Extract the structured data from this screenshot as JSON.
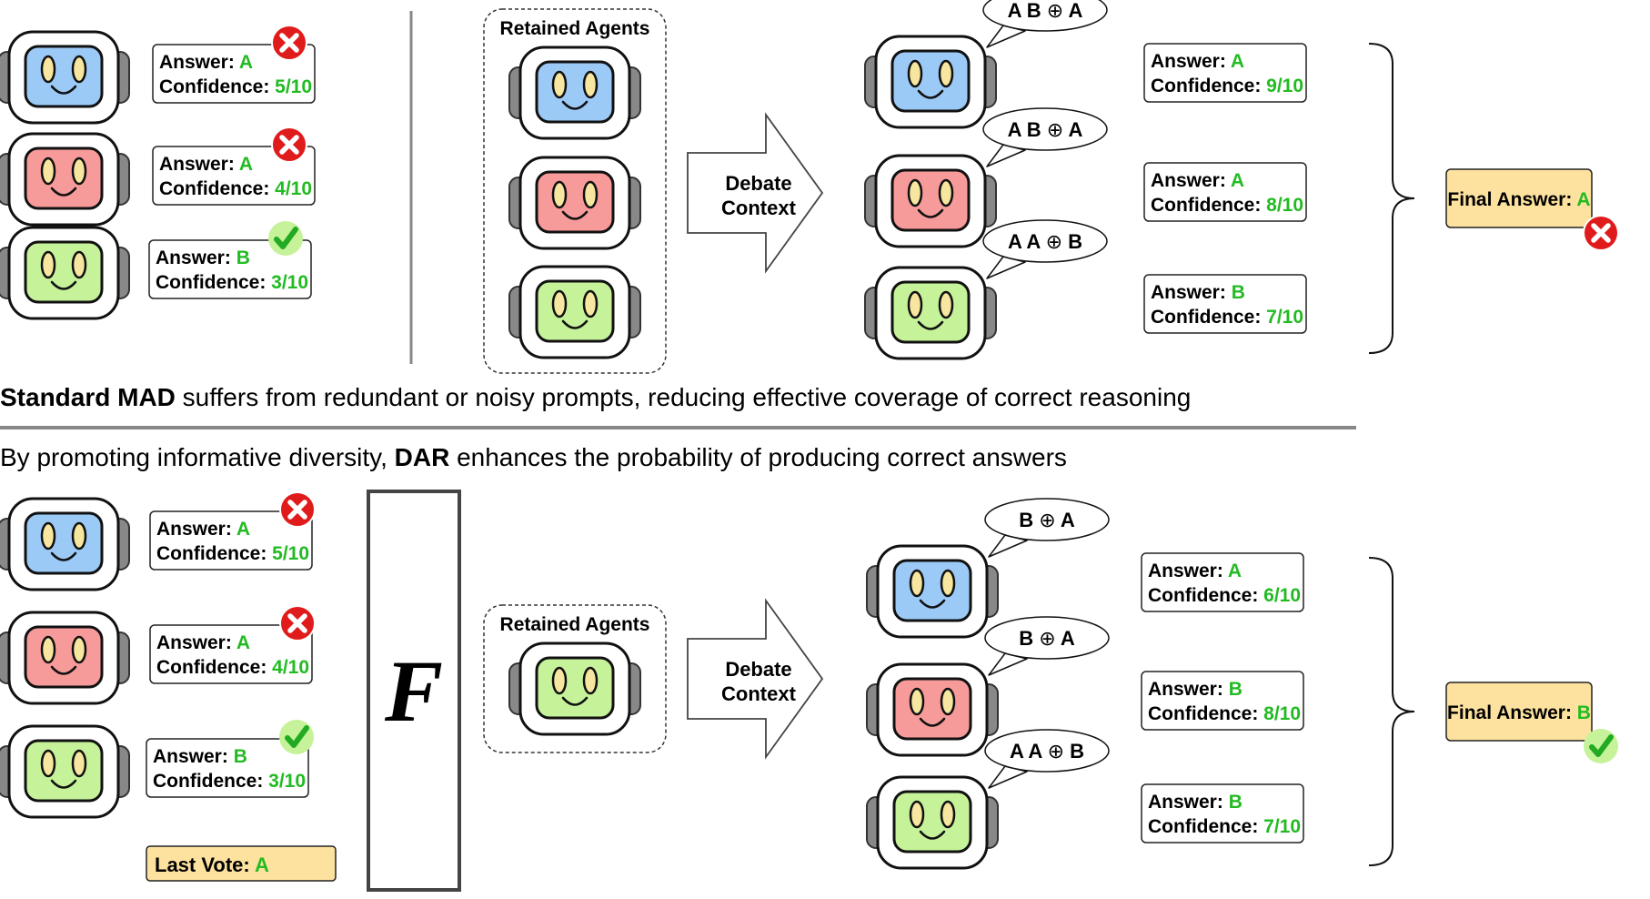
{
  "colors": {
    "green": "#22bb22",
    "blue_face": "#9ccaf7",
    "red_face": "#f79a9a",
    "green_face": "#c6f29a",
    "eye": "#f7e6a0",
    "ear": "#888888",
    "final_fill": "#fde29f",
    "x_red": "#e01b1b",
    "check_bg": "#c6f29a",
    "check": "#22aa22",
    "divider": "#888888"
  },
  "labels": {
    "answer": "Answer",
    "confidence": "Confidence",
    "colon": ": ",
    "retained_agents": "Retained Agents",
    "debate_line1": "Debate",
    "debate_line2": "Context",
    "final_answer": "Final Answer",
    "last_vote": "Last Vote: ",
    "filter_symbol": "F",
    "xor": "⊕"
  },
  "captions": {
    "top_bold": "Standard MAD",
    "top_rest": " suffers from redundant or noisy prompts, reducing effective coverage of correct reasoning",
    "bottom_pre": "By promoting informative diversity, ",
    "bottom_bold": "DAR",
    "bottom_rest": " enhances the probability of producing correct answers"
  },
  "top": {
    "initial": [
      {
        "color": "blue",
        "answer": "A",
        "confidence": "5/10",
        "mark": "x"
      },
      {
        "color": "red",
        "answer": "A",
        "confidence": "4/10",
        "mark": "x"
      },
      {
        "color": "green",
        "answer": "B",
        "confidence": "3/10",
        "mark": "check"
      }
    ],
    "retained": [
      "blue",
      "red",
      "green"
    ],
    "debate": [
      {
        "color": "blue",
        "bubble_left": "A B",
        "bubble_right": "A",
        "answer": "A",
        "confidence": "9/10"
      },
      {
        "color": "red",
        "bubble_left": "A B",
        "bubble_right": "A",
        "answer": "A",
        "confidence": "8/10"
      },
      {
        "color": "green",
        "bubble_left": "A A",
        "bubble_right": "B",
        "answer": "B",
        "confidence": "7/10"
      }
    ],
    "final": {
      "answer": "A",
      "mark": "x"
    }
  },
  "bottom": {
    "initial": [
      {
        "color": "blue",
        "answer": "A",
        "confidence": "5/10",
        "mark": "x"
      },
      {
        "color": "red",
        "answer": "A",
        "confidence": "4/10",
        "mark": "x"
      },
      {
        "color": "green",
        "answer": "B",
        "confidence": "3/10",
        "mark": "check"
      }
    ],
    "last_vote": "A",
    "retained": [
      "green"
    ],
    "debate": [
      {
        "color": "blue",
        "bubble_left": "B",
        "bubble_right": "A",
        "answer": "A",
        "confidence": "6/10"
      },
      {
        "color": "red",
        "bubble_left": "B",
        "bubble_right": "A",
        "answer": "B",
        "confidence": "8/10"
      },
      {
        "color": "green",
        "bubble_left": "A A",
        "bubble_right": "B",
        "answer": "B",
        "confidence": "7/10"
      }
    ],
    "final": {
      "answer": "B",
      "mark": "check"
    }
  }
}
